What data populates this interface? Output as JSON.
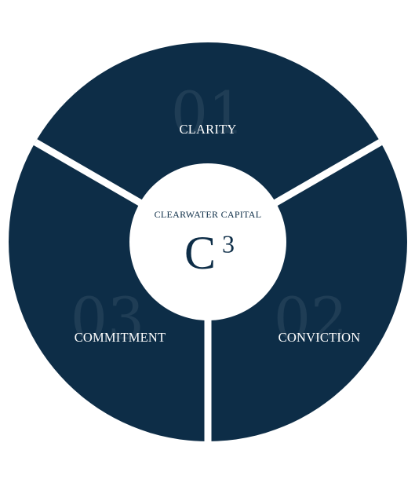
{
  "center": {
    "name": "CLEARWATER CAPITAL",
    "mark": "C",
    "mark_superscript": "3"
  },
  "segments": [
    {
      "number": "01",
      "label": "CLARITY"
    },
    {
      "number": "02",
      "label": "CONVICTION"
    },
    {
      "number": "03",
      "label": "COMMITMENT"
    }
  ],
  "colors": {
    "segment_fill": "#0d2d47",
    "center_fill": "#ffffff",
    "divider": "#ffffff",
    "label_text": "#ffffff",
    "center_text": "#0d2d47"
  }
}
